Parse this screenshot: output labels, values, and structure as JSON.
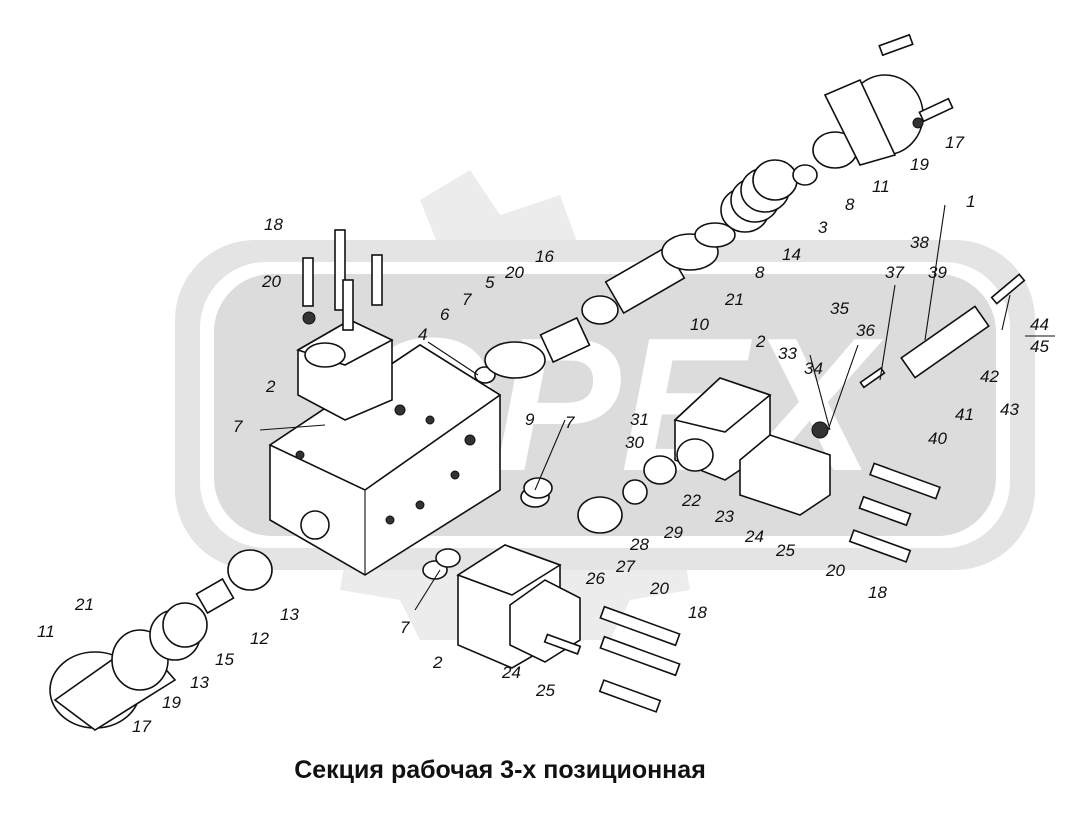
{
  "caption": "Секция рабочая 3-х позиционная",
  "watermark": {
    "text": "OPEX",
    "color": "#d9d9d9"
  },
  "callouts": {
    "c1": "1",
    "c2a": "2",
    "c2b": "2",
    "c2c": "2",
    "c3": "3",
    "c4": "4",
    "c5": "5",
    "c6": "6",
    "c7a": "7",
    "c7b": "7",
    "c7c": "7",
    "c7d": "7",
    "c8a": "8",
    "c8b": "8",
    "c9": "9",
    "c10": "10",
    "c11a": "11",
    "c11b": "11",
    "c12": "12",
    "c13a": "13",
    "c13b": "13",
    "c14": "14",
    "c15": "15",
    "c16": "16",
    "c17a": "17",
    "c17b": "17",
    "c18a": "18",
    "c18b": "18",
    "c18c": "18",
    "c19a": "19",
    "c19b": "19",
    "c20a": "20",
    "c20b": "20",
    "c20c": "20",
    "c20d": "20",
    "c21a": "21",
    "c21b": "21",
    "c22": "22",
    "c23": "23",
    "c24a": "24",
    "c24b": "24",
    "c25a": "25",
    "c25b": "25",
    "c26": "26",
    "c27": "27",
    "c28": "28",
    "c29": "29",
    "c30": "30",
    "c31": "31",
    "c33": "33",
    "c34": "34",
    "c35": "35",
    "c36": "36",
    "c37": "37",
    "c38": "38",
    "c39": "39",
    "c40": "40",
    "c41": "41",
    "c42": "42",
    "c43": "43",
    "c44": "44",
    "c45": "45"
  }
}
